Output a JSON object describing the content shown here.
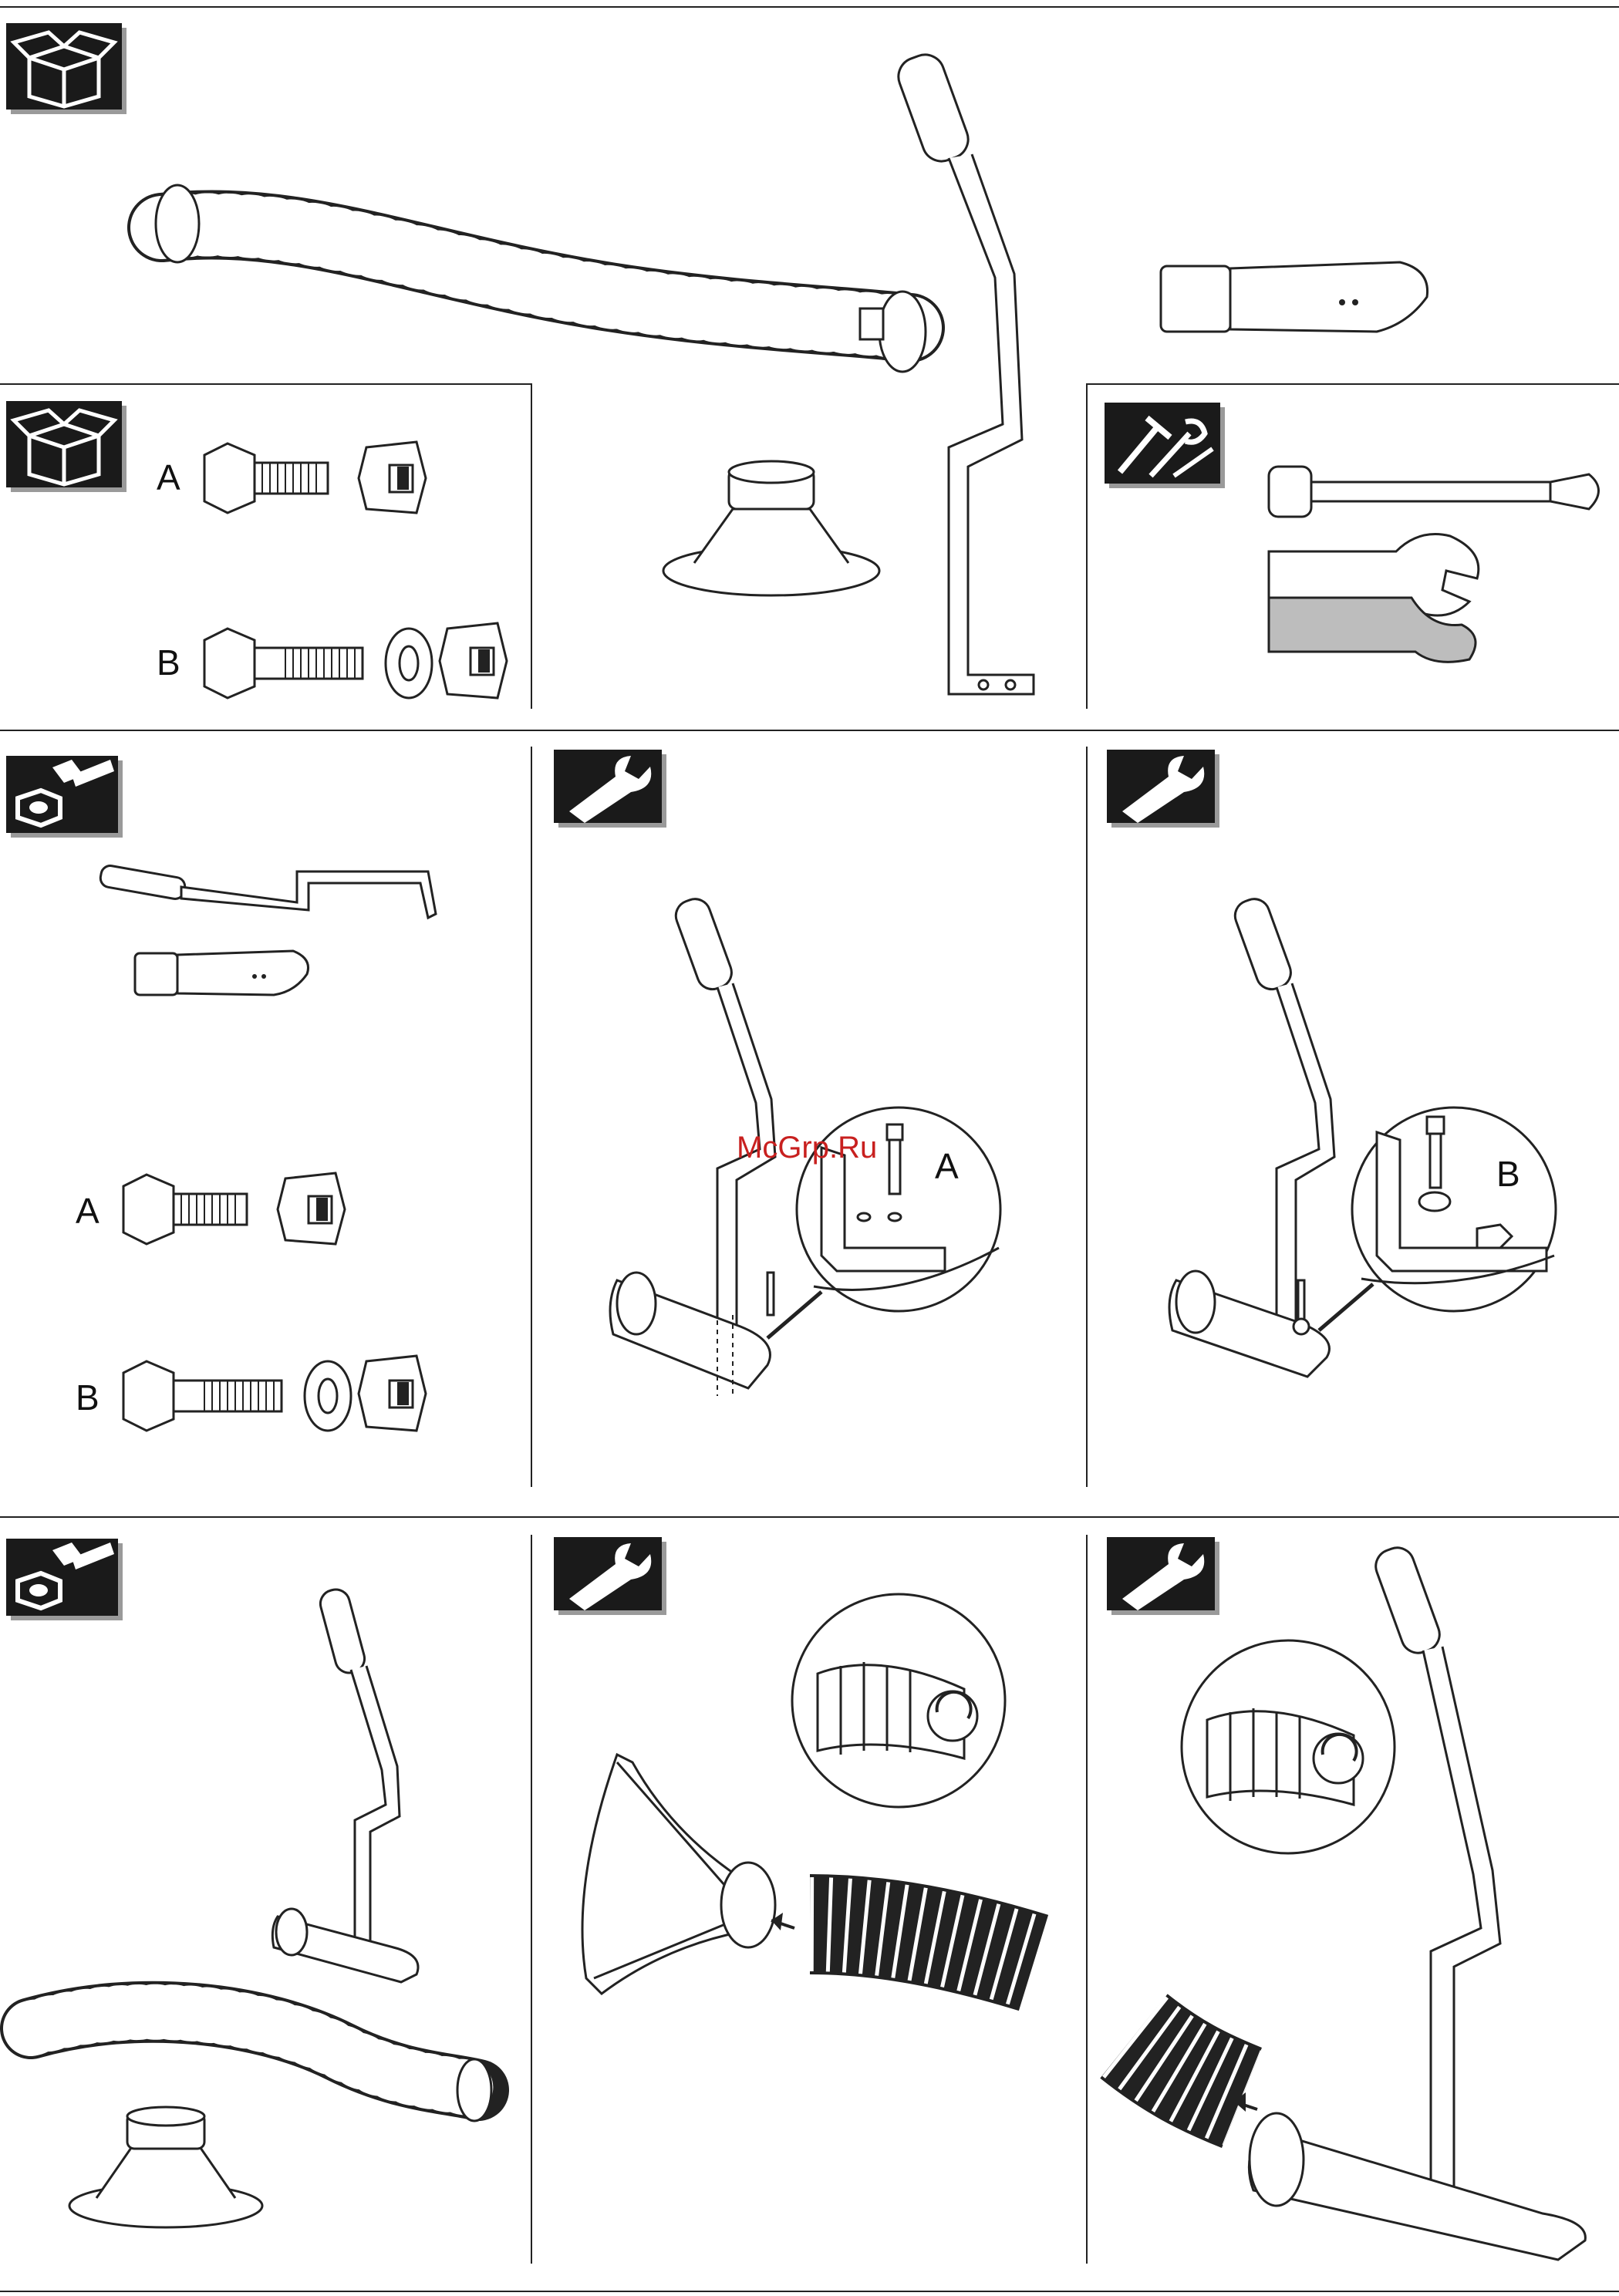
{
  "labels": {
    "parts_a": "A",
    "parts_b": "B",
    "step3_a": "A",
    "step3_b": "B",
    "step4_a": "A",
    "step5_b": "B"
  },
  "watermark": "McGrp.Ru",
  "icons": {
    "box": "box-icon",
    "tools": "tools-icon",
    "bolt_nut": "bolt-nut-icon",
    "wrench": "wrench-icon"
  },
  "colors": {
    "line": "#222222",
    "icon_bg": "#1a1a1a",
    "icon_shadow": "#9a9a9a",
    "watermark": "#c8201f"
  }
}
